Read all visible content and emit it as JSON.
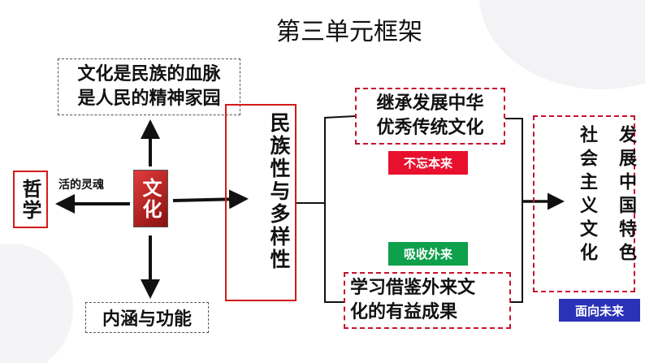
{
  "title": "第三单元框架",
  "top_box": {
    "line1": "文化是民族的血脉",
    "line2": "是人民的精神家园"
  },
  "center": "文化",
  "left_box": "哲学",
  "left_label": "活的灵魂",
  "bottom_box": "内涵与功能",
  "middle_box": "民族性与多样性",
  "upper_right_box": {
    "line1": "继承发展中华",
    "line2": "优秀传统文化"
  },
  "lower_right_box": {
    "line1": "学习借鉴外来文",
    "line2": "化的有益成果"
  },
  "tag_past": "不忘本来",
  "tag_foreign": "吸收外来",
  "tag_future": "面向未来",
  "final_box": {
    "col1": "社会主义文化",
    "col2": "发展中国特色"
  },
  "colors": {
    "red": "#e8112d",
    "green": "#0ea04b",
    "blue": "#2a32b8",
    "border_red": "#c8102e"
  }
}
